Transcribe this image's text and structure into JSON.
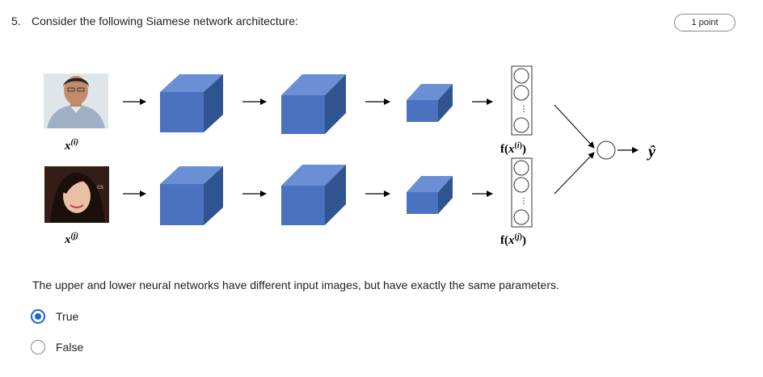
{
  "question": {
    "number": "5.",
    "text": "Consider the following Siamese network architecture:",
    "points": "1 point",
    "statement": "The upper and lower neural networks have different input images, but have exactly the same parameters."
  },
  "diagram": {
    "input_i_label": "x(i)",
    "input_j_label": "x(j)",
    "encoding_i_label": "f(x(i))",
    "encoding_j_label": "f(x(j))",
    "output_label": "ŷ",
    "colors": {
      "cube_front": "#4a72c0",
      "cube_top": "#6b8fd4",
      "cube_side": "#2f548f"
    }
  },
  "options": [
    {
      "label": "True",
      "selected": true
    },
    {
      "label": "False",
      "selected": false
    }
  ],
  "accent_color": "#1e63d6"
}
